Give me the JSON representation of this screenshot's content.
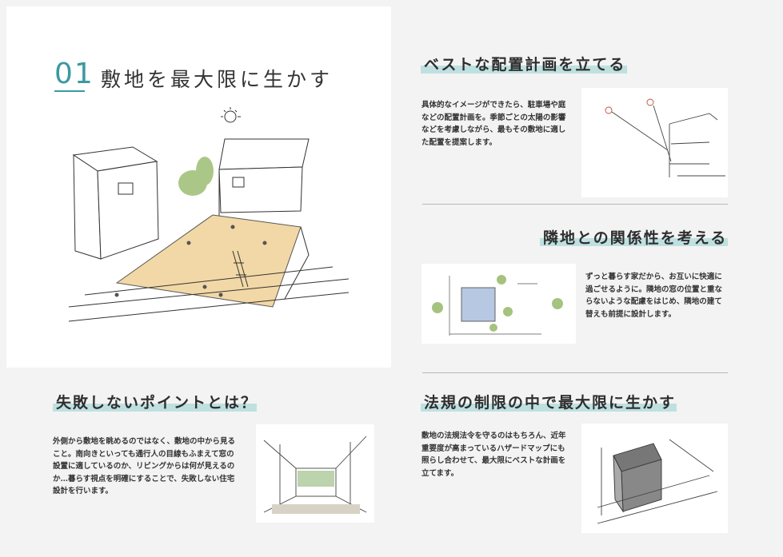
{
  "section1": {
    "number": "01",
    "title": "敷地を最大限に生かす"
  },
  "section2": {
    "heading": "ベストな配置計画を立てる",
    "body": "具体的なイメージができたら、駐車場や庭などの配置計画を。季節ごとの太陽の影響などを考慮しながら、最もその敷地に適した配置を提案します。"
  },
  "section3": {
    "heading": "隣地との関係性を考える",
    "body": "ずっと暮らす家だから、お互いに快適に過ごせるように。隣地の窓の位置と重ならないような配慮をはじめ、隣地の建て替えも前提に設計します。"
  },
  "section4": {
    "heading": "失敗しないポイントとは？",
    "body": "外側から敷地を眺めるのではなく、敷地の中から見ること。南向きといっても通行人の目線もふまえて窓の設置に適しているのか、リビングからは何が見えるのか…暮らす視点を明確にすることで、失敗しない住宅設計を行います。"
  },
  "section5": {
    "heading": "法規の制限の中で最大限に生かす",
    "body": "敷地の法規法令を守るのはもちろん、近年重要度が高まっているハザードマップにも照らし合わせて、最大限にベストな計画を立てます。"
  },
  "colors": {
    "accent": "#3a9aa0",
    "highlight": "#bfe0e0",
    "background": "#f3f3f3",
    "card": "#ffffff",
    "sketch_fill": "#f2d8a6"
  }
}
